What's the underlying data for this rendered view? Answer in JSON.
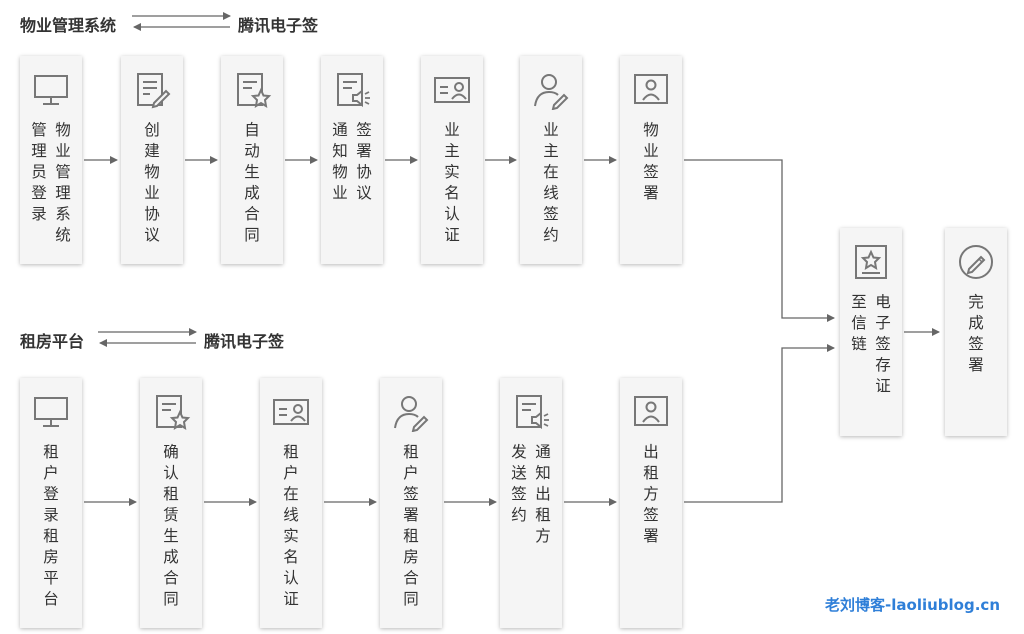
{
  "headers": [
    {
      "id": "top-left",
      "text": "物业管理系统"
    },
    {
      "id": "top-right",
      "text": "腾讯电子签"
    },
    {
      "id": "bottom-left",
      "text": "租房平台"
    },
    {
      "id": "bottom-right",
      "text": "腾讯电子签"
    }
  ],
  "watermark": "老刘博客-laoliublog.cn",
  "nodes": [
    {
      "id": "t1",
      "icon": "monitor-icon",
      "columns": [
        "物业管理系统",
        "管理员登录"
      ]
    },
    {
      "id": "t2",
      "icon": "document-edit-icon",
      "columns": [
        "创建物业协议"
      ]
    },
    {
      "id": "t3",
      "icon": "document-star-icon",
      "columns": [
        "自动生成合同"
      ]
    },
    {
      "id": "t4",
      "icon": "document-speaker-icon",
      "columns": [
        "签署协议",
        "通知物业"
      ]
    },
    {
      "id": "t5",
      "icon": "id-card-icon",
      "columns": [
        "业主实名认证"
      ]
    },
    {
      "id": "t6",
      "icon": "user-edit-icon",
      "columns": [
        "业主在线签约"
      ]
    },
    {
      "id": "t7",
      "icon": "portrait-icon",
      "columns": [
        "物业签署"
      ]
    },
    {
      "id": "b1",
      "icon": "monitor-icon",
      "columns": [
        "租户登录租房平台"
      ]
    },
    {
      "id": "b2",
      "icon": "document-star-icon",
      "columns": [
        "确认租赁生成合同"
      ]
    },
    {
      "id": "b3",
      "icon": "id-card-icon",
      "columns": [
        "租户在线实名认证"
      ]
    },
    {
      "id": "b4",
      "icon": "user-edit-icon",
      "columns": [
        "租户签署租房合同"
      ]
    },
    {
      "id": "b5",
      "icon": "document-speaker-icon",
      "columns": [
        "通知出租方",
        "发送签约"
      ]
    },
    {
      "id": "b6",
      "icon": "portrait-icon",
      "columns": [
        "出租方签署"
      ]
    },
    {
      "id": "m1",
      "icon": "certificate-star-icon",
      "columns": [
        "电子签存证",
        "至信链"
      ]
    },
    {
      "id": "m2",
      "icon": "pencil-circle-icon",
      "columns": [
        "完成签署"
      ]
    }
  ]
}
